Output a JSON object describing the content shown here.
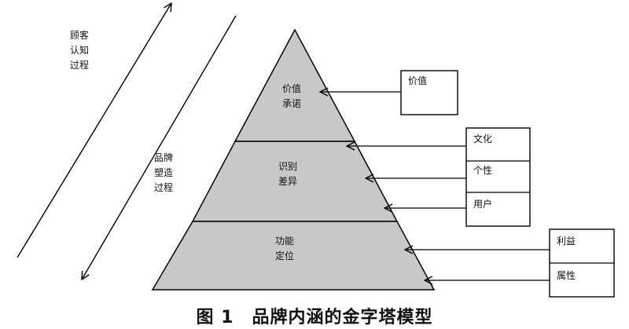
{
  "side_labels": {
    "customer_cognition": "顾客\n认知\n过程",
    "brand_building": "品牌\n塑造\n过程"
  },
  "pyramid": {
    "top": "价值\n承诺",
    "middle": "识别\n差异",
    "bottom": "功能\n定位"
  },
  "boxes": {
    "value": "价值",
    "culture": "文化",
    "personality": "个性",
    "user": "用户",
    "benefit": "利益",
    "attribute": "属性"
  },
  "caption": "图 1　品牌内涵的金字塔模型",
  "colors": {
    "fill": "#c8c8c8",
    "stroke": "#000000"
  }
}
